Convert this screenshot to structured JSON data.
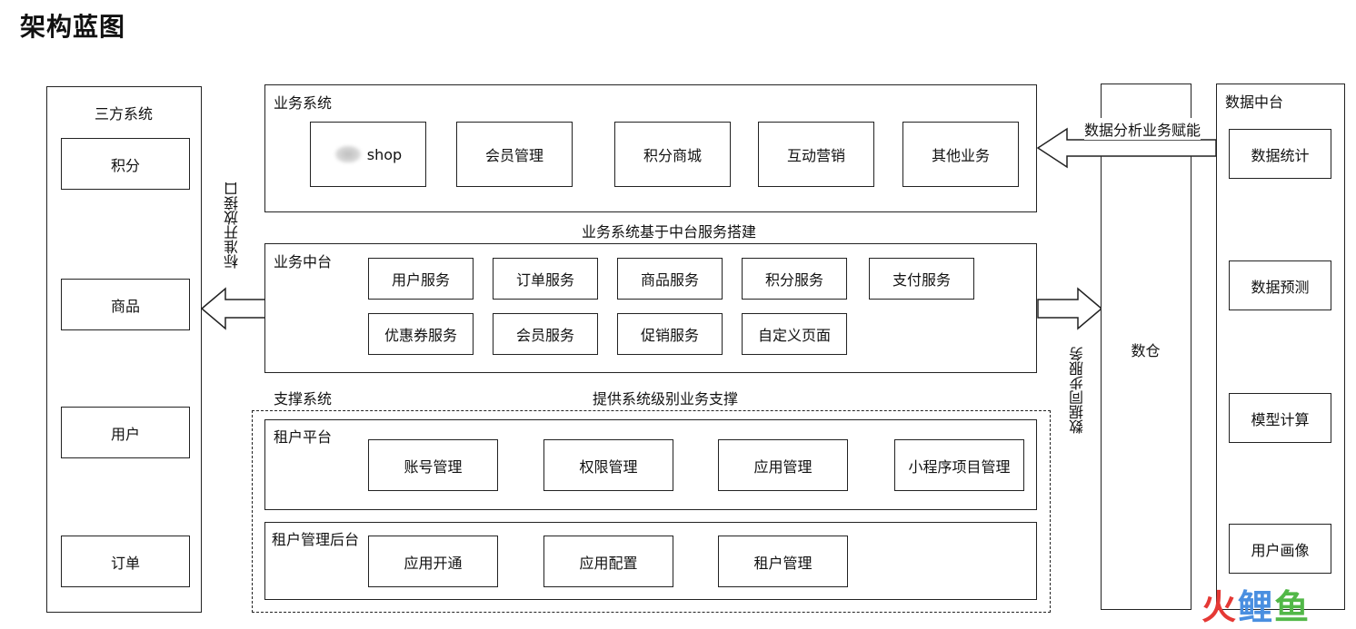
{
  "title": "架构蓝图",
  "third_party": {
    "label": "三方系统",
    "items": [
      "积分",
      "商品",
      "用户",
      "订单"
    ]
  },
  "open_interface_label": "标准开放接口",
  "business_system": {
    "label": "业务系统",
    "shop_label": "shop",
    "items": [
      "会员管理",
      "积分商城",
      "互动营销",
      "其他业务"
    ]
  },
  "mid_caption": "业务系统基于中台服务搭建",
  "business_middle": {
    "label": "业务中台",
    "row1": [
      "用户服务",
      "订单服务",
      "商品服务",
      "积分服务",
      "支付服务"
    ],
    "row2": [
      "优惠券服务",
      "会员服务",
      "促销服务",
      "自定义页面"
    ]
  },
  "support": {
    "label": "支撑系统",
    "caption": "提供系统级别业务支撑",
    "tenant_platform": {
      "label": "租户平台",
      "items": [
        "账号管理",
        "权限管理",
        "应用管理",
        "小程序项目管理"
      ]
    },
    "tenant_admin": {
      "label": "租户管理后台",
      "items": [
        "应用开通",
        "应用配置",
        "租户管理"
      ]
    }
  },
  "data_warehouse": {
    "label": "数仓",
    "sync_label": "数据同步服务",
    "empower_label": "数据分析业务赋能"
  },
  "data_middle": {
    "label": "数据中台",
    "items": [
      "数据统计",
      "数据预测",
      "模型计算",
      "用户画像"
    ]
  },
  "watermark": {
    "part1": "火",
    "part2": "鲤",
    "part3": "鱼"
  }
}
